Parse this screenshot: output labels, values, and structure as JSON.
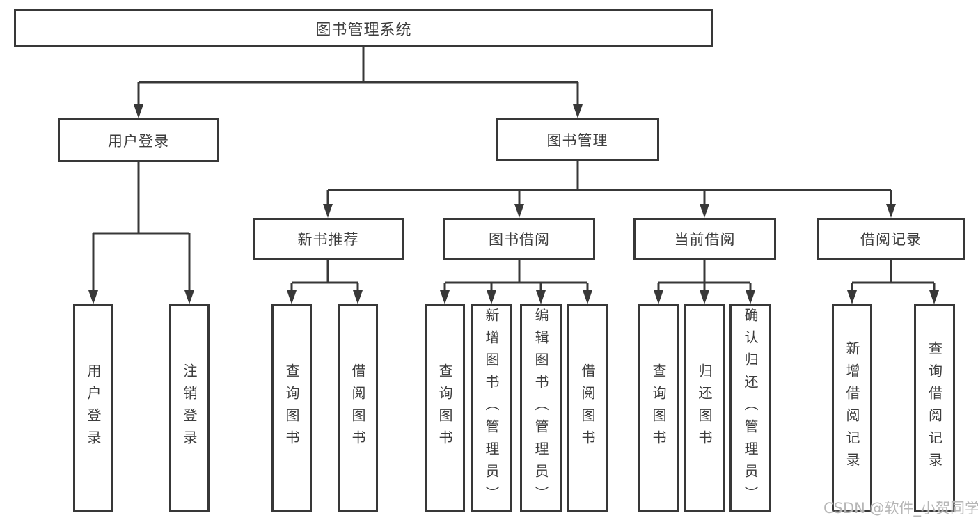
{
  "tree": {
    "label": "图书管理系统",
    "children": [
      {
        "label": "用户登录",
        "children": [
          {
            "label": "用户登录"
          },
          {
            "label": "注销登录"
          }
        ]
      },
      {
        "label": "图书管理",
        "children": [
          {
            "label": "新书推荐",
            "children": [
              {
                "label": "查询图书"
              },
              {
                "label": "借阅图书"
              }
            ]
          },
          {
            "label": "图书借阅",
            "children": [
              {
                "label": "查询图书"
              },
              {
                "label": "新增图书（管理员）"
              },
              {
                "label": "编辑图书（管理员）"
              },
              {
                "label": "借阅图书"
              }
            ]
          },
          {
            "label": "当前借阅",
            "children": [
              {
                "label": "查询图书"
              },
              {
                "label": "归还图书"
              },
              {
                "label": "确认归还（管理员）"
              }
            ]
          },
          {
            "label": "借阅记录",
            "children": [
              {
                "label": "新增借阅记录"
              },
              {
                "label": "查询借阅记录"
              }
            ]
          }
        ]
      }
    ]
  },
  "watermark": {
    "text": "CSDN @软件_小贺同学"
  },
  "colors": {
    "line": "#383838",
    "text": "#3d3d3d",
    "watermark": "#b6b6b6",
    "background": "#ffffff"
  }
}
